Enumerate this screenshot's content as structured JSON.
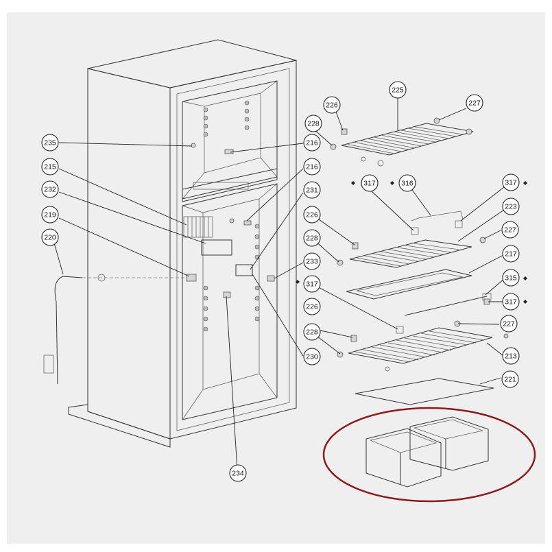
{
  "diagram": {
    "labels": {
      "p225": "225",
      "p226a": "226",
      "p227a": "227",
      "p228a": "228",
      "p235": "235",
      "p216a": "216",
      "p215": "215",
      "p216b": "216",
      "p232": "232",
      "p231": "231",
      "p219": "219",
      "p220": "220",
      "p226b": "226",
      "p228b": "228",
      "p233": "233",
      "p317a": "317",
      "p316": "316",
      "p317b": "317",
      "p223": "223",
      "p227b": "227",
      "p217": "217",
      "p315": "315",
      "p317c": "317",
      "p317d": "317",
      "p226c": "226",
      "p227c": "227",
      "p228c": "228",
      "p230": "230",
      "p213": "213",
      "p221": "221",
      "p234": "234"
    },
    "highlight_color": "#8b1a1a",
    "background_color": "#eeeeee"
  }
}
